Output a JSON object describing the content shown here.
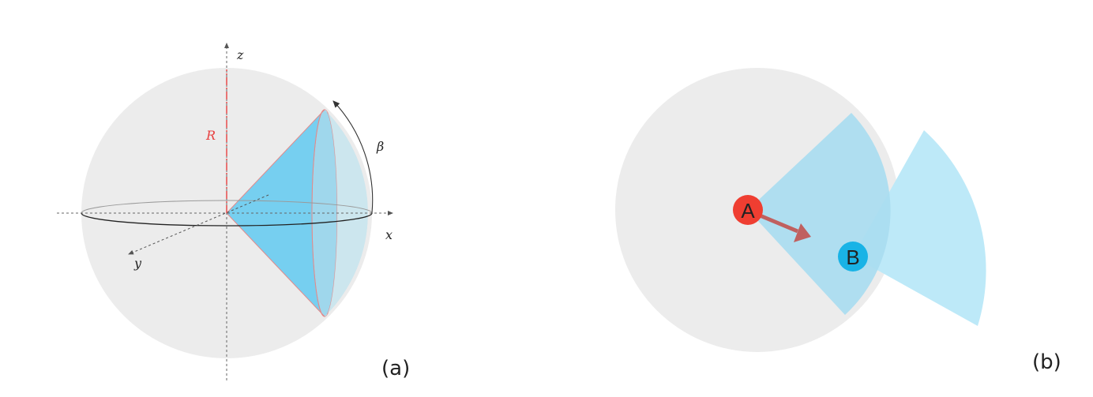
{
  "panel_a": {
    "axes": {
      "z": "z",
      "x": "x",
      "y": "y"
    },
    "radius_label": "R",
    "angle_label": "β",
    "caption": "(a)"
  },
  "panel_b": {
    "node_a": "A",
    "node_b": "B",
    "caption": "(b)"
  },
  "colors": {
    "sphere": "#ececec",
    "cone": "#76cff0",
    "cap": "#bfe2ee",
    "radius": "#e84040",
    "sector": "#a9dcf0",
    "sector_far": "#bde9f8",
    "node_a": "#ef3e31",
    "node_b": "#19b3e6",
    "arrow": "#c0605f"
  }
}
